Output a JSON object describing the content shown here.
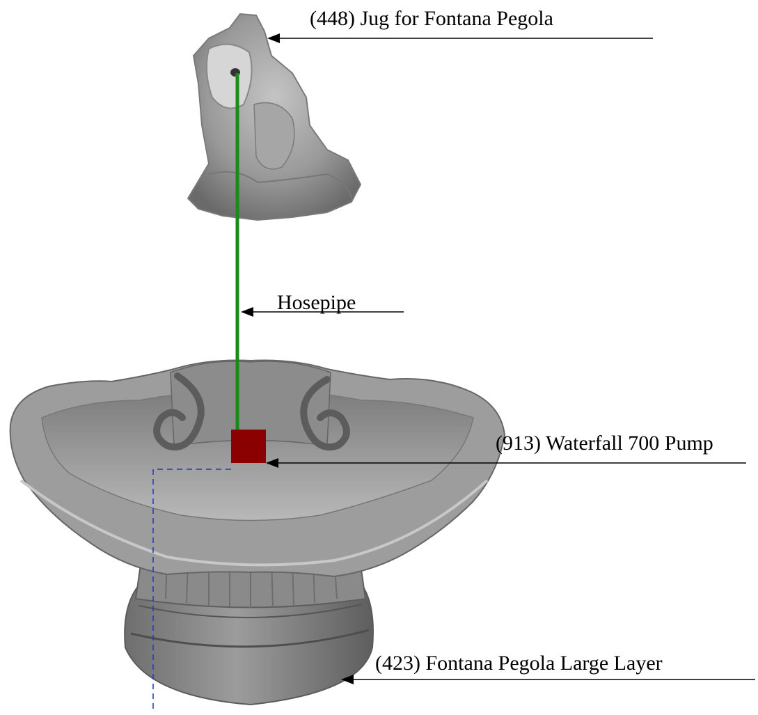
{
  "labels": {
    "jug": "(448) Jug for Fontana Pegola",
    "hose": "Hosepipe",
    "pump": "(913) Waterfall 700 Pump",
    "layer": "(423) Fontana Pegola Large Layer"
  },
  "colors": {
    "hosepipe": "#1a8a1a",
    "pump": "#8b0000",
    "cable": "#2233cc",
    "stone_light": "#b4b4b4",
    "stone_mid": "#8e8e8e",
    "stone_dark": "#5a5a5a"
  }
}
